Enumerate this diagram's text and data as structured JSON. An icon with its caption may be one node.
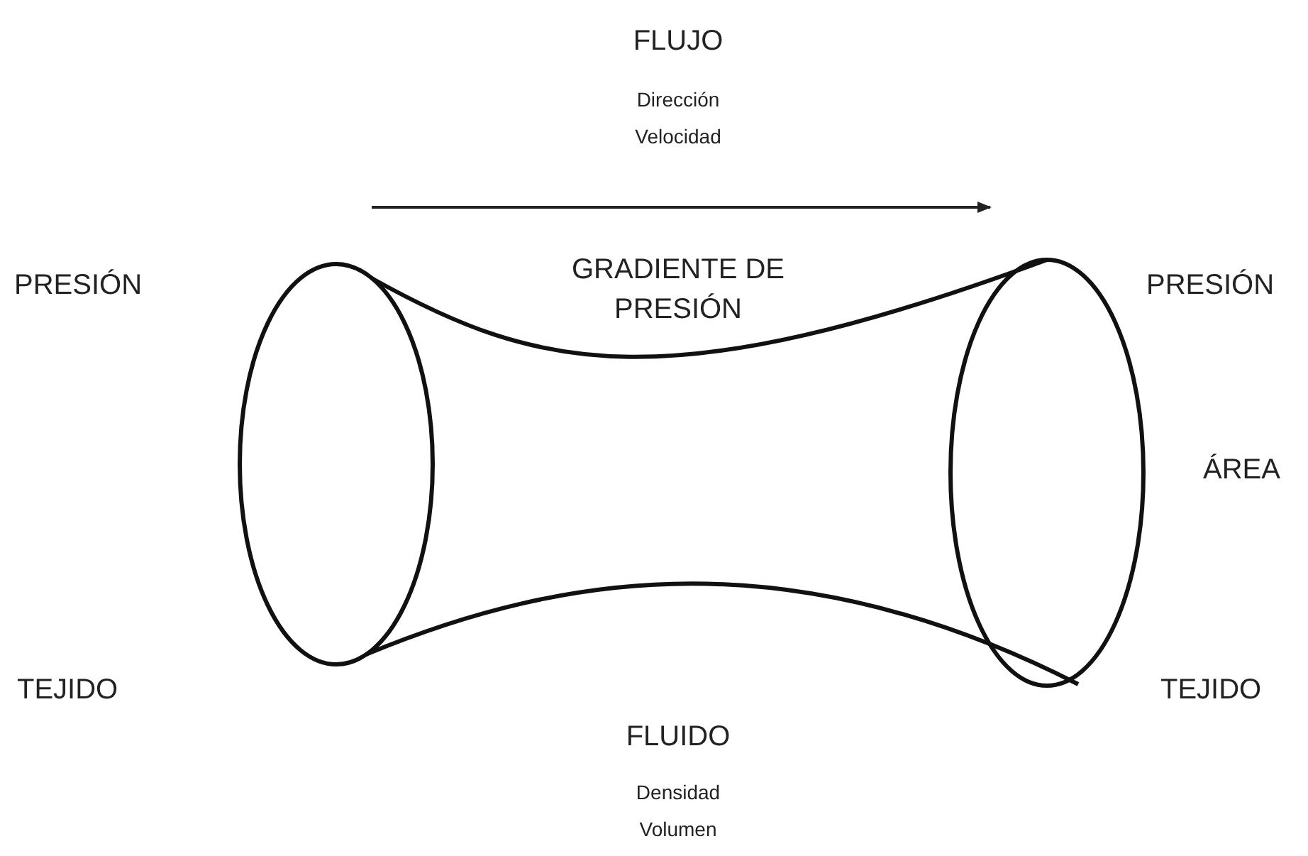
{
  "diagram": {
    "labels": [
      "FLUJO",
      "Dirección",
      "Velocidad",
      "PRESIÓN",
      "GRADIENTE DE PRESIÓN",
      "PRESIÓN",
      "ÁREA",
      "TEJIDO",
      "TEJIDO",
      "FLUIDO",
      "Densidad",
      "Volumen"
    ]
  }
}
